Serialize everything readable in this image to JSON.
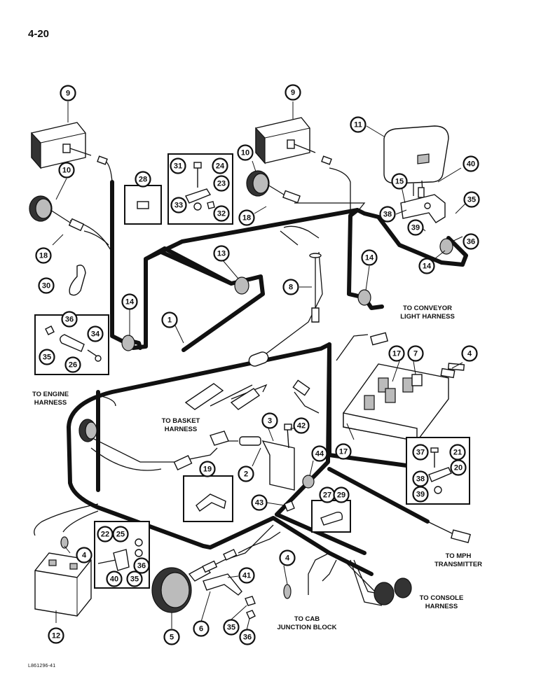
{
  "page_number": "4-20",
  "figure_code": "L861296-41",
  "labels": {
    "to_conveyor": [
      "TO CONVEYOR",
      "LIGHT HARNESS"
    ],
    "to_engine": [
      "TO ENGINE",
      "HARNESS"
    ],
    "to_basket": [
      "TO BASKET",
      "HARNESS"
    ],
    "to_mph": [
      "TO MPH",
      "TRANSMITTER"
    ],
    "to_console": [
      "TO CONSOLE",
      "HARNESS"
    ],
    "to_cab": [
      "TO CAB",
      "JUNCTION BLOCK"
    ]
  },
  "callouts": [
    {
      "id": "c9a",
      "n": "9"
    },
    {
      "id": "c9b",
      "n": "9"
    },
    {
      "id": "c11",
      "n": "11"
    },
    {
      "id": "c10a",
      "n": "10"
    },
    {
      "id": "c10b",
      "n": "10"
    },
    {
      "id": "c28",
      "n": "28"
    },
    {
      "id": "c31",
      "n": "31"
    },
    {
      "id": "c24",
      "n": "24"
    },
    {
      "id": "c23",
      "n": "23"
    },
    {
      "id": "c33",
      "n": "33"
    },
    {
      "id": "c32",
      "n": "32"
    },
    {
      "id": "c40a",
      "n": "40"
    },
    {
      "id": "c15",
      "n": "15"
    },
    {
      "id": "c35a",
      "n": "35"
    },
    {
      "id": "c38a",
      "n": "38"
    },
    {
      "id": "c39a",
      "n": "39"
    },
    {
      "id": "c36a",
      "n": "36"
    },
    {
      "id": "c18a",
      "n": "18"
    },
    {
      "id": "c18b",
      "n": "18"
    },
    {
      "id": "c13",
      "n": "13"
    },
    {
      "id": "c14a",
      "n": "14"
    },
    {
      "id": "c14b",
      "n": "14"
    },
    {
      "id": "c14c",
      "n": "14"
    },
    {
      "id": "c30",
      "n": "30"
    },
    {
      "id": "c8",
      "n": "8"
    },
    {
      "id": "c1",
      "n": "1"
    },
    {
      "id": "c36b",
      "n": "36"
    },
    {
      "id": "c34",
      "n": "34"
    },
    {
      "id": "c35b",
      "n": "35"
    },
    {
      "id": "c26",
      "n": "26"
    },
    {
      "id": "c17a",
      "n": "17"
    },
    {
      "id": "c7",
      "n": "7"
    },
    {
      "id": "c4a",
      "n": "4"
    },
    {
      "id": "c3",
      "n": "3"
    },
    {
      "id": "c42",
      "n": "42"
    },
    {
      "id": "c17b",
      "n": "17"
    },
    {
      "id": "c44",
      "n": "44"
    },
    {
      "id": "c2",
      "n": "2"
    },
    {
      "id": "c19",
      "n": "19"
    },
    {
      "id": "c37",
      "n": "37"
    },
    {
      "id": "c21",
      "n": "21"
    },
    {
      "id": "c20",
      "n": "20"
    },
    {
      "id": "c38b",
      "n": "38"
    },
    {
      "id": "c39b",
      "n": "39"
    },
    {
      "id": "c43",
      "n": "43"
    },
    {
      "id": "c27",
      "n": "27"
    },
    {
      "id": "c29",
      "n": "29"
    },
    {
      "id": "c22",
      "n": "22"
    },
    {
      "id": "c25",
      "n": "25"
    },
    {
      "id": "c4b",
      "n": "4"
    },
    {
      "id": "c36c",
      "n": "36"
    },
    {
      "id": "c40b",
      "n": "40"
    },
    {
      "id": "c35c",
      "n": "35"
    },
    {
      "id": "c4c",
      "n": "4"
    },
    {
      "id": "c41",
      "n": "41"
    },
    {
      "id": "c12",
      "n": "12"
    },
    {
      "id": "c5",
      "n": "5"
    },
    {
      "id": "c6",
      "n": "6"
    },
    {
      "id": "c35d",
      "n": "35"
    },
    {
      "id": "c36d",
      "n": "36"
    }
  ]
}
